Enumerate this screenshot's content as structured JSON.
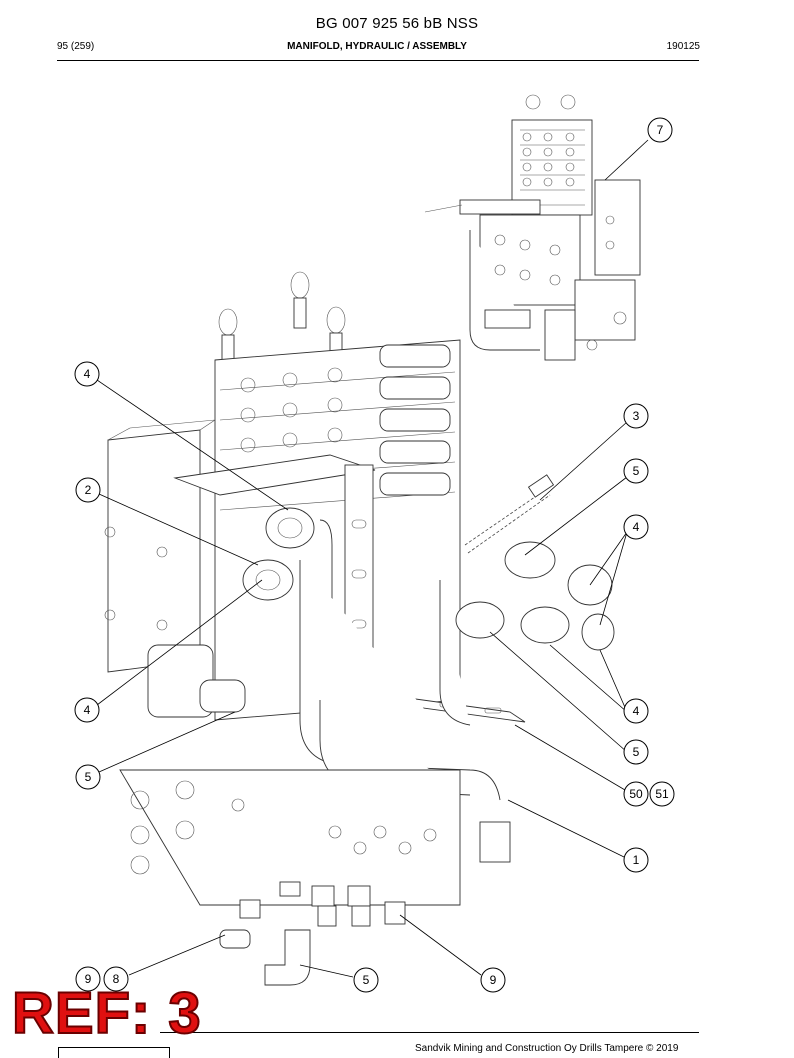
{
  "header": {
    "document_number": "BG 007 925 56 bB NSS",
    "page": "95 (259)",
    "section": "MANIFOLD, HYDRAULIC / ASSEMBLY",
    "date_code": "190125"
  },
  "footer": {
    "copyright": "Sandvik Mining and Construction Oy Drills Tampere © 2019"
  },
  "ref_badge": "REF: 3",
  "callouts": [
    {
      "label": "7"
    },
    {
      "label": "4"
    },
    {
      "label": "3"
    },
    {
      "label": "2"
    },
    {
      "label": "5"
    },
    {
      "label": "4"
    },
    {
      "label": "4"
    },
    {
      "label": "4"
    },
    {
      "label": "5"
    },
    {
      "label": "5"
    },
    {
      "label": "50"
    },
    {
      "label": "51"
    },
    {
      "label": "1"
    },
    {
      "label": "9"
    },
    {
      "label": "8"
    },
    {
      "label": "5"
    },
    {
      "label": "9"
    }
  ]
}
